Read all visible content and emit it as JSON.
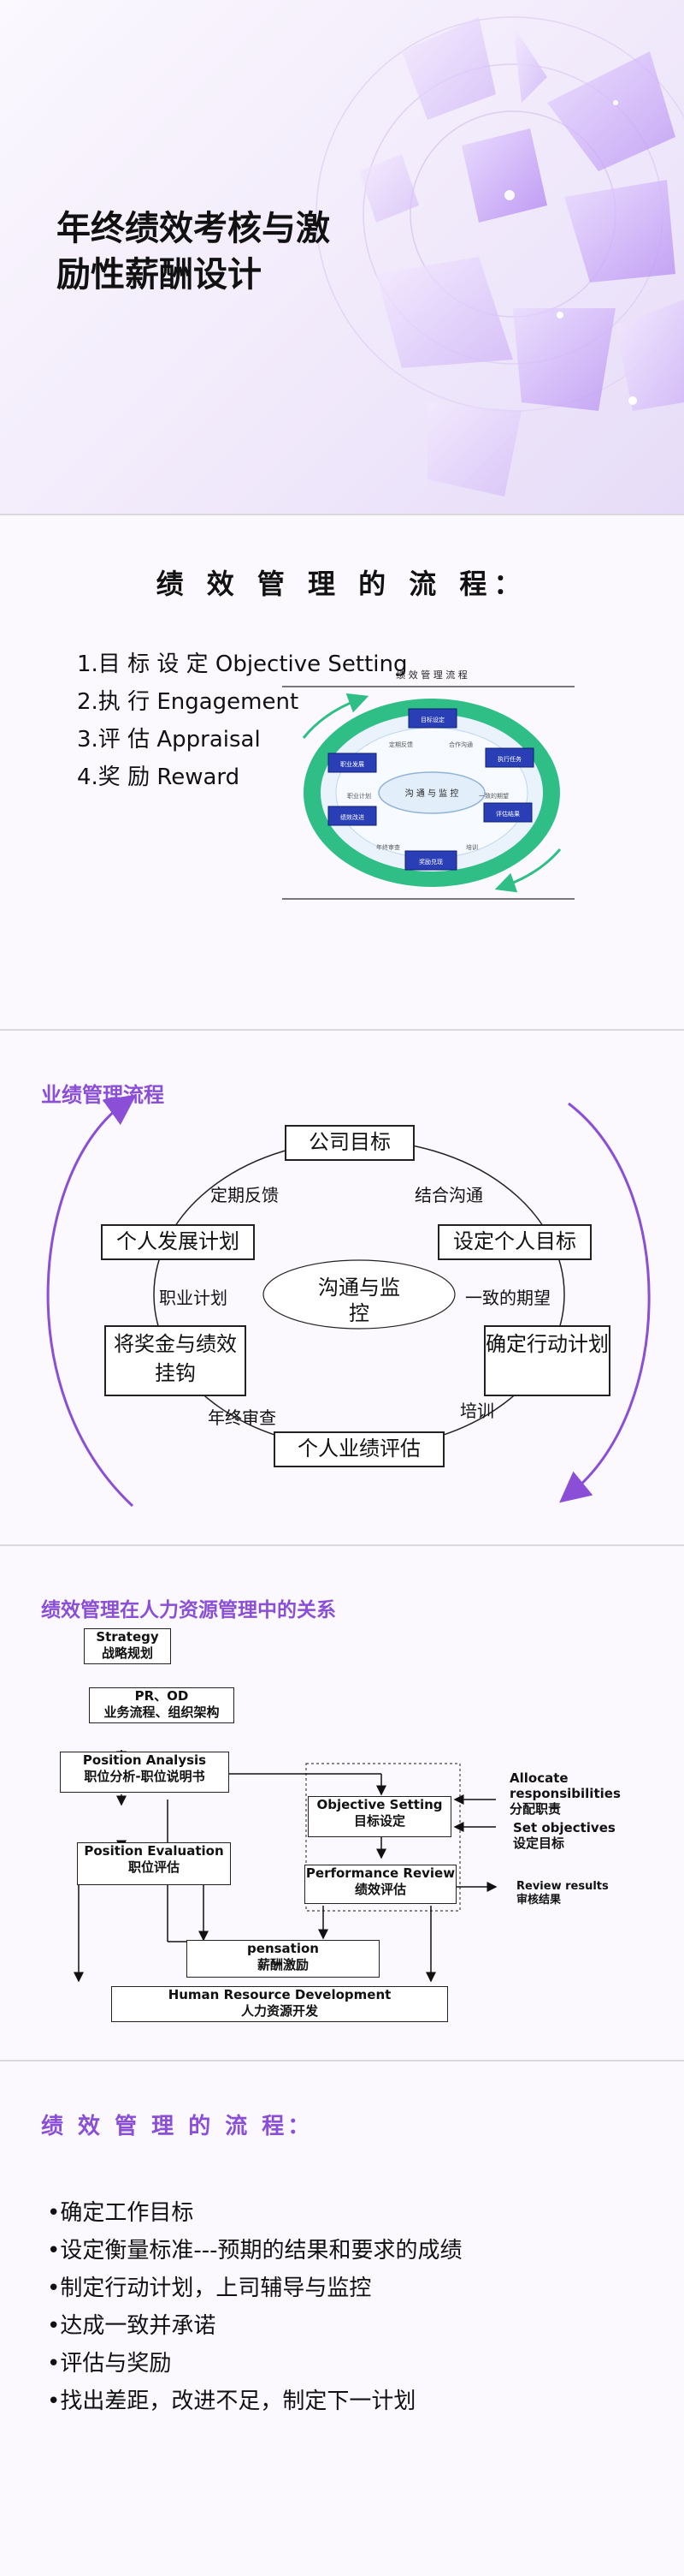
{
  "slide1": {
    "title_line1": "年终绩效考核与激",
    "title_line2": "励性薪酬设计"
  },
  "slide2": {
    "title": "绩 效 管 理 的 流 程：",
    "items": [
      "1.目 标 设 定 Objective Setting",
      "2.执 行 Engagement",
      "3.评 估 Appraisal",
      "4.奖  励 Reward"
    ],
    "diagram": {
      "header": "绩 效 管 理 流 程",
      "center": "沟 通 与 监 控",
      "blocks": [
        "目标设定",
        "执行任务",
        "评估结果",
        "奖励兑现",
        "绩效改进",
        "职业发展"
      ],
      "ring_labels": [
        "定期反馈",
        "合作沟通",
        "职业计划",
        "一致的期望",
        "年终审查",
        "培训"
      ]
    }
  },
  "slide3": {
    "heading": "业绩管理流程",
    "boxes": {
      "top": "公司目标",
      "left_upper": "个人发展计划",
      "right_upper": "设定个人目标",
      "left_lower": "将奖金与绩效挂钩",
      "right_lower": "确定行动计划",
      "bottom": "个人业绩评估"
    },
    "center": "沟通与监控",
    "labels": {
      "regular_feedback": "定期反馈",
      "combined_communication": "结合沟通",
      "career_plan": "职业计划",
      "consistent_expectation": "一致的期望",
      "year_end_review": "年终审查",
      "training": "培训"
    }
  },
  "slide4": {
    "heading": "绩效管理在人力资源管理中的关系",
    "boxes": {
      "strategy": [
        "Strategy",
        "战略规划"
      ],
      "pr_od": [
        "PR、OD",
        "业务流程、组织架构"
      ],
      "position_analysis": [
        "Position Analysis",
        "职位分析-职位说明书"
      ],
      "position_evaluation": [
        "Position Evaluation",
        "职位评估"
      ],
      "objective_setting": [
        "Objective Setting",
        "目标设定"
      ],
      "performance_review": [
        "Performance Review",
        "绩效评估"
      ],
      "compensation": [
        "pensation",
        "薪酬激励"
      ],
      "hrd": [
        "Human Resource Development",
        "人力资源开发"
      ]
    },
    "side": {
      "allocate": [
        "Allocate",
        "responsibilities",
        "分配职责"
      ],
      "set_objectives": [
        "Set objectives",
        "设定目标"
      ],
      "review_results": [
        "Review results",
        "审核结果"
      ]
    }
  },
  "slide5": {
    "heading": "绩 效 管 理 的 流 程：",
    "items": [
      "•确定工作目标",
      "•设定衡量标准---预期的结果和要求的成绩",
      "•制定行动计划，上司辅导与监控",
      "•达成一致并承诺",
      "•评估与奖励",
      "•找出差距，改进不足，制定下一计划"
    ]
  },
  "colors": {
    "accent": "#8a4fd6",
    "ring_green": "#2fbf86",
    "block_blue": "#2a3fb5"
  }
}
